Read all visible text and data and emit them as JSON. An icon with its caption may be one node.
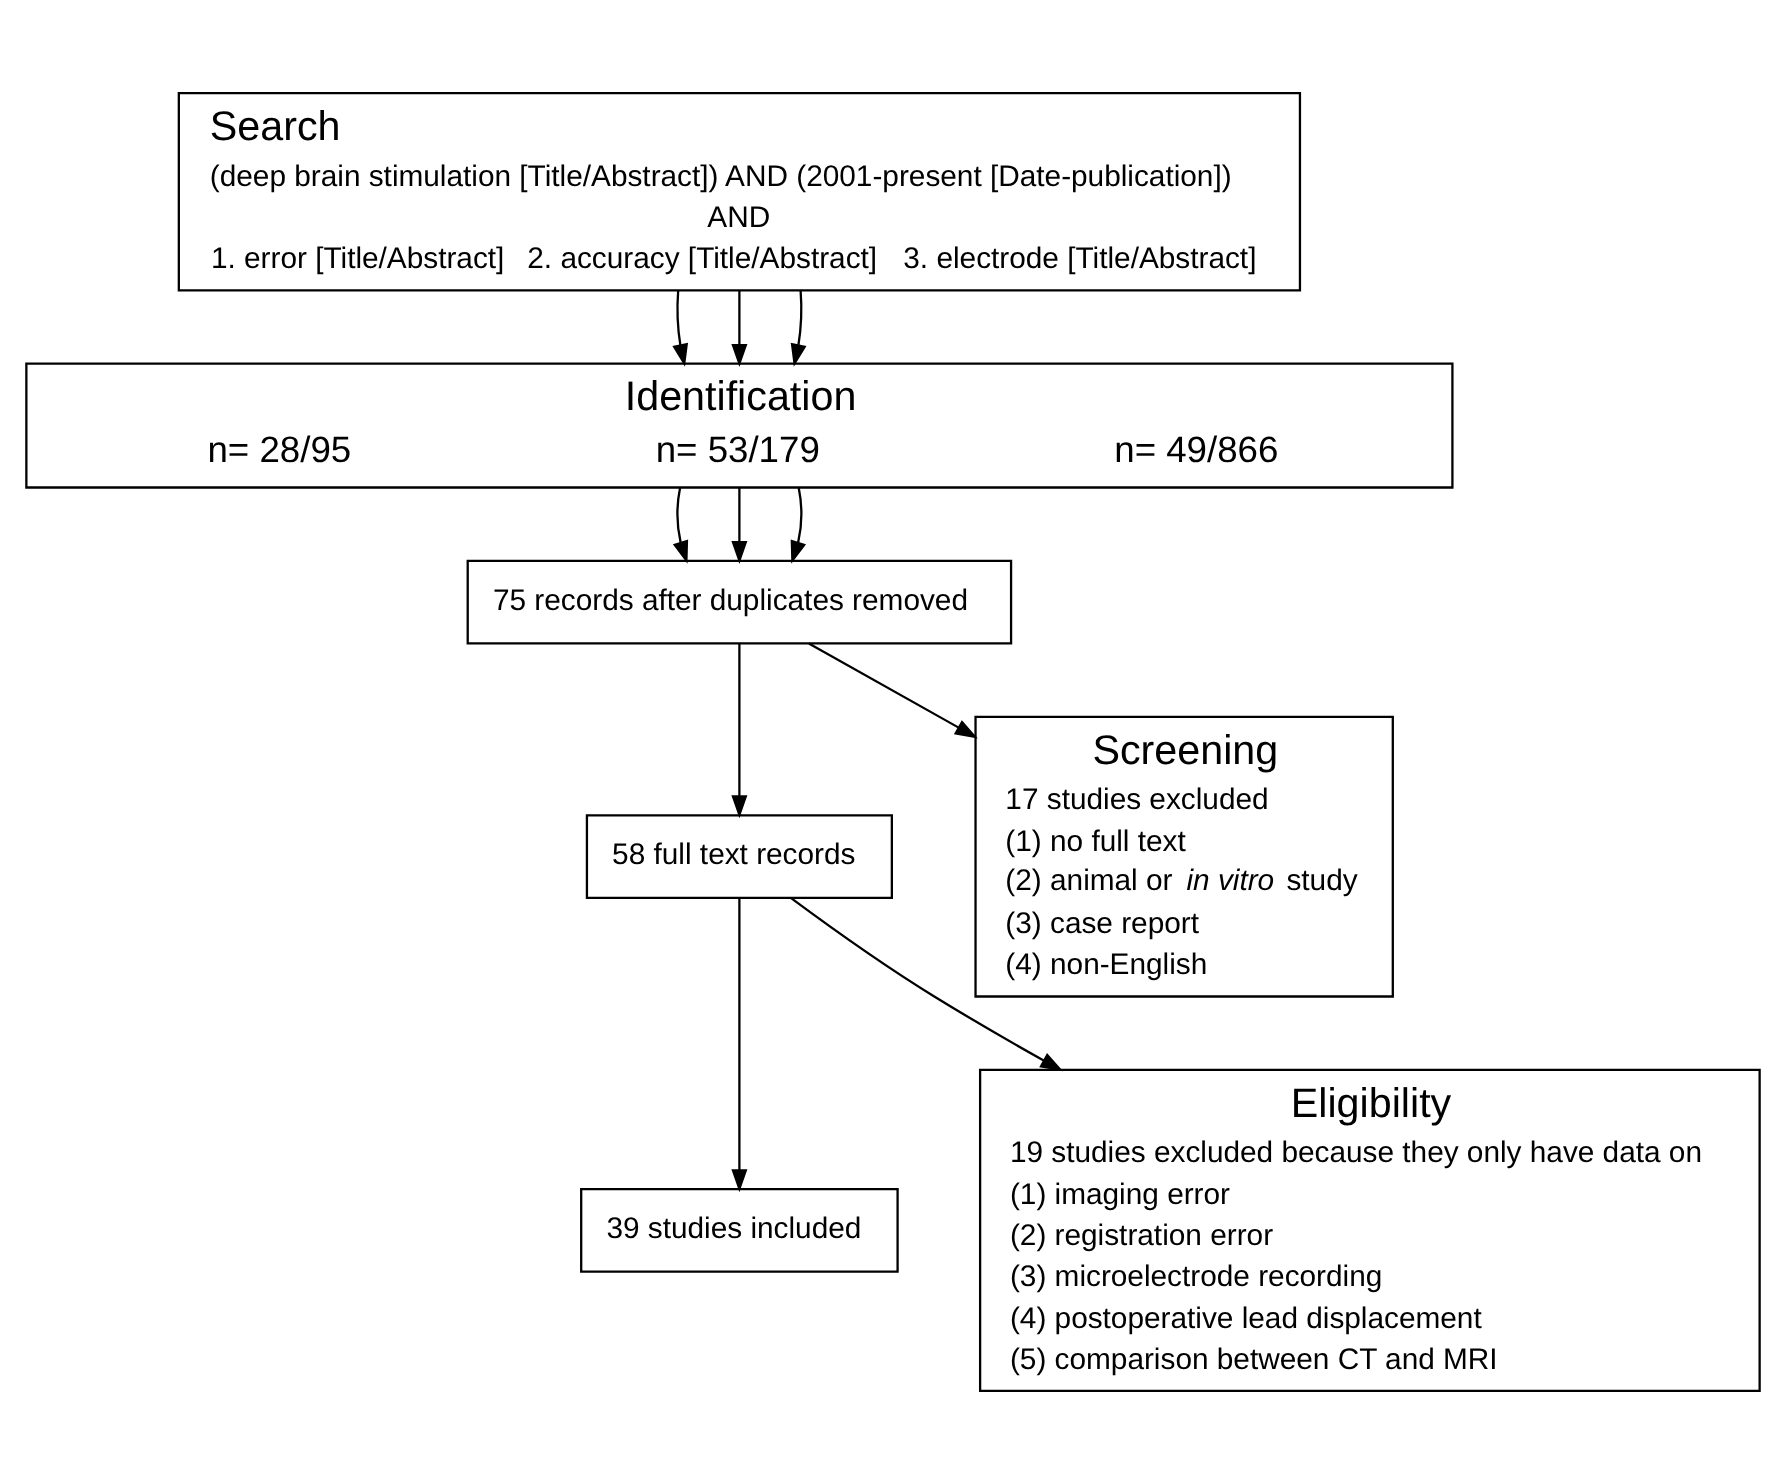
{
  "diagram": {
    "nodes": [
      {
        "text": [
          "Search",
          "(deep brain stimulation [Title/Abstract]) AND (2001-present [Date-publication])",
          "AND",
          "1. error [Title/Abstract]",
          "2. accuracy [Title/Abstract]",
          "3. electrode [Title/Abstract]"
        ]
      },
      {
        "text": [
          "Identification",
          "n= 28/95",
          "n= 53/179",
          "n= 49/866"
        ]
      },
      {
        "text": [
          "75 records after duplicates removed"
        ]
      },
      {
        "text": [
          "Screening",
          "17 studies excluded",
          "(1) no full text",
          "(2) animal or *in vitro* study",
          "(3) case report",
          "(4) non-English"
        ]
      },
      {
        "text": [
          "58 full text records"
        ]
      },
      {
        "text": [
          "Eligibility",
          "19 studies excluded because they only have data on",
          "(1) imaging error",
          "(2) registration error",
          "(3) microelectrode recording",
          "(4) postoperative lead displacement",
          "(5) comparison between CT and MRI"
        ]
      },
      {
        "text": [
          "39 studies included"
        ]
      }
    ],
    "edges": [
      {
        "from": 0,
        "to": 1,
        "arrow": "to"
      },
      {
        "from": 0,
        "to": 1,
        "arrow": "to"
      },
      {
        "from": 0,
        "to": 1,
        "arrow": "to"
      },
      {
        "from": 1,
        "to": 2,
        "arrow": "to"
      },
      {
        "from": 1,
        "to": 2,
        "arrow": "to"
      },
      {
        "from": 1,
        "to": 2,
        "arrow": "to"
      },
      {
        "from": 2,
        "to": 4,
        "arrow": "to"
      },
      {
        "from": 2,
        "to": 3,
        "arrow": "to"
      },
      {
        "from": 4,
        "to": 6,
        "arrow": "to"
      },
      {
        "from": 4,
        "to": 5,
        "arrow": "to"
      }
    ]
  }
}
